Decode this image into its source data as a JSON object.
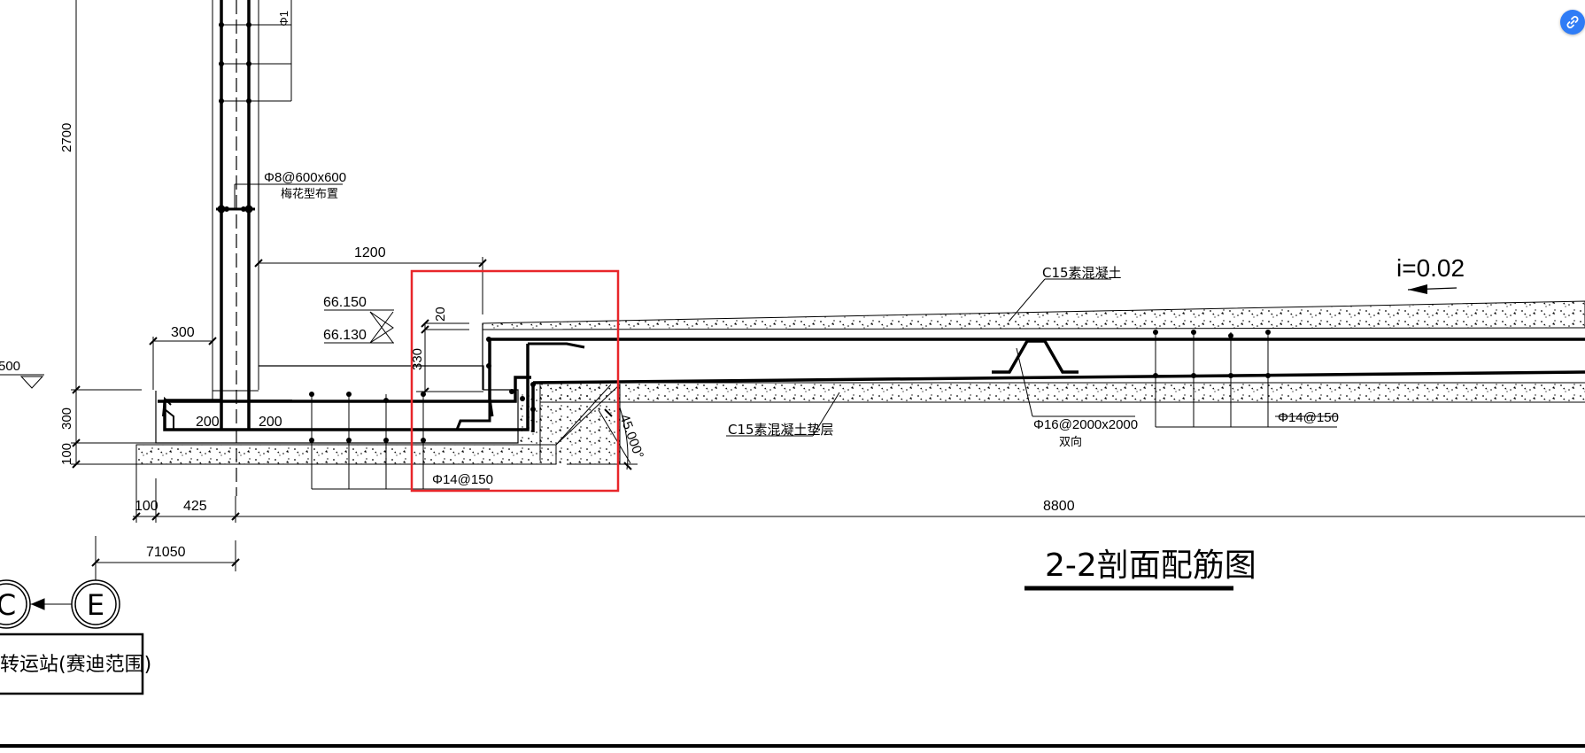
{
  "drawing": {
    "title": "2-2剖面配筋图",
    "slope_label": "i=0.02",
    "labels": {
      "c15_concrete": "C15素混凝土",
      "c15_cushion": "C15素混凝土垫层",
      "mesh_spec": "Φ8@600x600",
      "mesh_layout": "梅花型布置",
      "rebar_16": "Φ16@2000x2000",
      "rebar_16_dir": "双向",
      "rebar_14_right": "Φ14@150",
      "rebar_14_left": "Φ14@150",
      "wall_top_rebar": "Φ1",
      "angle": "45.000°",
      "station": "转运站(赛迪范围)",
      "axis_c": "C",
      "axis_e": "E",
      "left_elev_cut": "500"
    },
    "elevations": {
      "upper": "66.150",
      "lower": "66.130"
    },
    "dimensions": {
      "height_2700": "2700",
      "d300_v": "300",
      "d100_v": "100",
      "d300_h": "300",
      "d1200": "1200",
      "d200_a": "200",
      "d200_b": "200",
      "d20": "20",
      "d330": "330",
      "d100_h": "100",
      "d425": "425",
      "d8800": "8800",
      "d71050": "71050"
    }
  },
  "highlight": {
    "color": "#e8262a"
  },
  "colors": {
    "ink": "#000000",
    "accent_button": "#2f7cf6"
  },
  "toolbar": {
    "link_icon": "link-icon"
  }
}
